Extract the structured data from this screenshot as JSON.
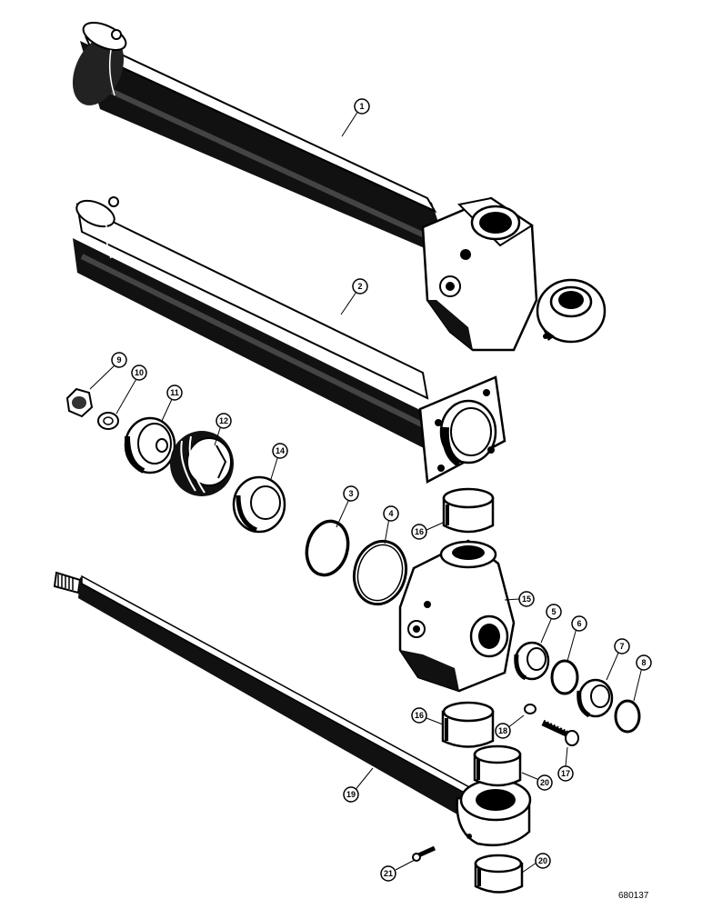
{
  "figure_id": "680137",
  "callouts": [
    {
      "id": "c1",
      "label": "1"
    },
    {
      "id": "c2",
      "label": "2"
    },
    {
      "id": "c3",
      "label": "3"
    },
    {
      "id": "c4",
      "label": "4"
    },
    {
      "id": "c5",
      "label": "5"
    },
    {
      "id": "c6",
      "label": "6"
    },
    {
      "id": "c7",
      "label": "7"
    },
    {
      "id": "c8",
      "label": "8"
    },
    {
      "id": "c9",
      "label": "9"
    },
    {
      "id": "c10",
      "label": "10"
    },
    {
      "id": "c11",
      "label": "11"
    },
    {
      "id": "c12",
      "label": "12"
    },
    {
      "id": "c14",
      "label": "14"
    },
    {
      "id": "c15",
      "label": "15"
    },
    {
      "id": "c16a",
      "label": "16"
    },
    {
      "id": "c16b",
      "label": "16"
    },
    {
      "id": "c17",
      "label": "17"
    },
    {
      "id": "c18",
      "label": "18"
    },
    {
      "id": "c19",
      "label": "19"
    },
    {
      "id": "c20a",
      "label": "20"
    },
    {
      "id": "c20b",
      "label": "20"
    },
    {
      "id": "c21",
      "label": "21"
    }
  ]
}
